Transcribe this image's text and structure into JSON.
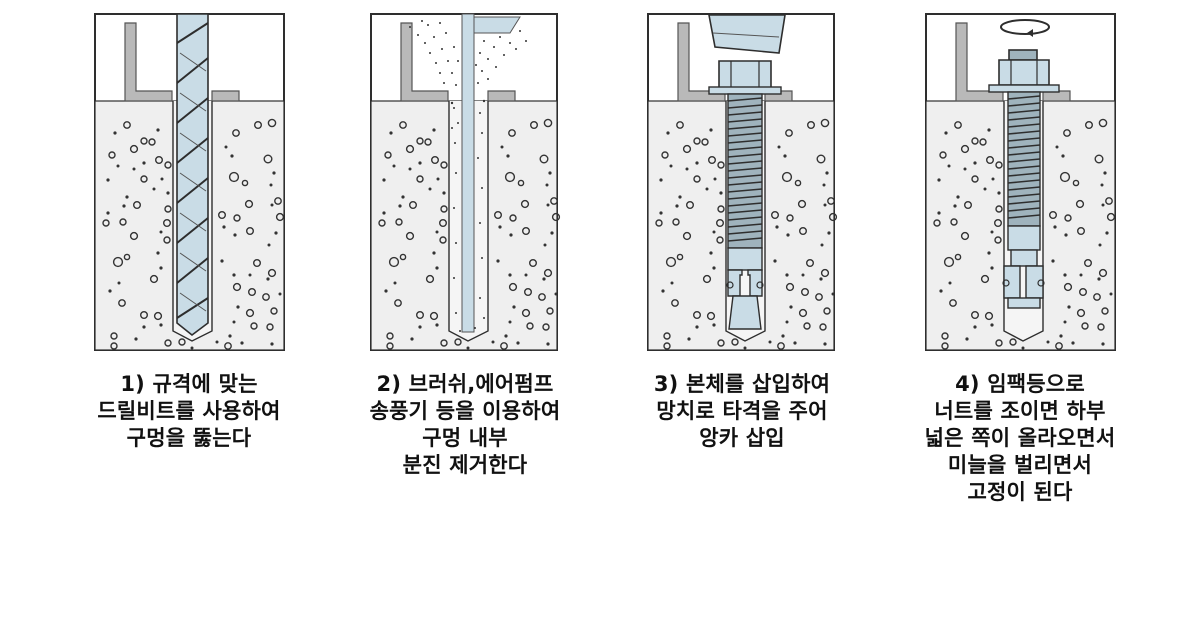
{
  "colors": {
    "outline": "#2e2e2e",
    "concrete": "#efefef",
    "bracket": "#b9b9b9",
    "steel": "#c9dce6",
    "text": "#111111",
    "background": "#ffffff"
  },
  "steps": [
    {
      "number": "1)",
      "illustration": "drilling-hole",
      "lines": [
        "1) 규격에 맞는",
        "드릴비트를 사용하여",
        "구멍을 뚫는다"
      ]
    },
    {
      "number": "2)",
      "illustration": "cleaning-dust-with-air-pump",
      "lines": [
        "2) 브러쉬,에어펌프",
        "송풍기 등을 이용하여",
        "구멍 내부",
        "분진 제거한다"
      ]
    },
    {
      "number": "3)",
      "illustration": "hammering-anchor-in",
      "lines": [
        "3) 본체를 삽입하여",
        "망치로 타격을 주어",
        "앙카 삽입"
      ]
    },
    {
      "number": "4)",
      "illustration": "tightening-nut-expands-anchor",
      "lines": [
        "4) 임팩등으로",
        "너트를 조이면 하부",
        "넓은 쪽이 올라오면서",
        "미늘을 벌리면서",
        "고정이 된다"
      ]
    }
  ]
}
